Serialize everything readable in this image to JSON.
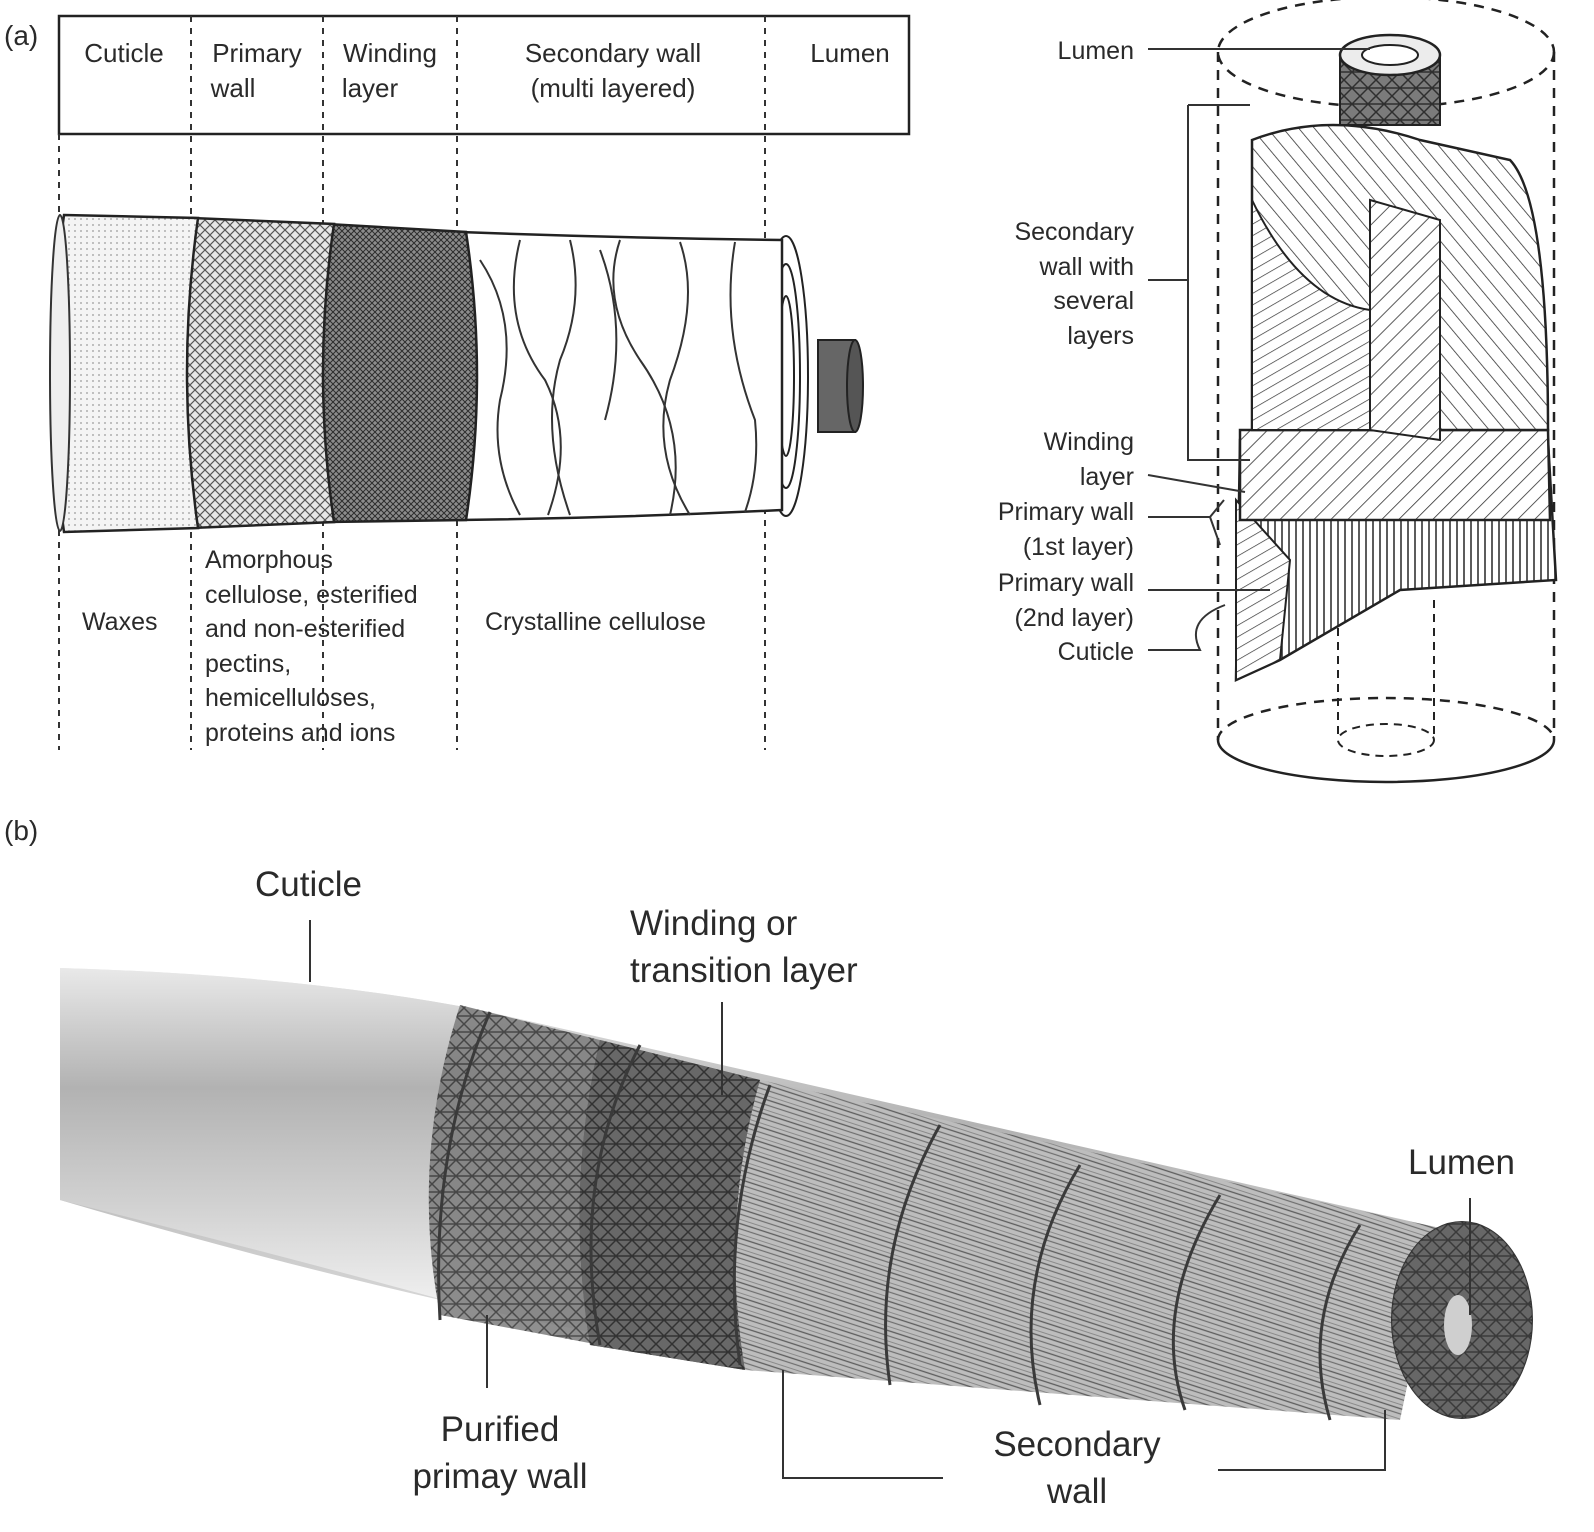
{
  "panel_a": {
    "label": "(a)",
    "header": [
      {
        "line1": "Cuticle",
        "line2": ""
      },
      {
        "line1": "Primary",
        "line2": "wall"
      },
      {
        "line1": "Winding",
        "line2": "layer"
      },
      {
        "line1": "Secondary wall",
        "line2": "(multi layered)"
      },
      {
        "line1": "Lumen",
        "line2": ""
      }
    ],
    "composition": {
      "waxes": "Waxes",
      "primary": [
        "Amorphous",
        "cellulose, esterified",
        "and non-esterified",
        "pectins,",
        "hemicelluloses,",
        "proteins and ions"
      ],
      "secondary": "Crystalline cellulose"
    },
    "cutaway_labels": {
      "lumen": "Lumen",
      "secondary": [
        "Secondary",
        "wall with",
        "several",
        "layers"
      ],
      "winding": [
        "Winding",
        "layer"
      ],
      "primary1": [
        "Primary wall",
        "(1st layer)"
      ],
      "primary2": [
        "Primary wall",
        "(2nd layer)"
      ],
      "cuticle": "Cuticle"
    }
  },
  "panel_b": {
    "label": "(b)",
    "cuticle": "Cuticle",
    "winding": [
      "Winding or",
      "transition layer"
    ],
    "lumen": "Lumen",
    "purified": [
      "Purified",
      "primay wall"
    ],
    "secondary": [
      "Secondary",
      "wall"
    ]
  }
}
